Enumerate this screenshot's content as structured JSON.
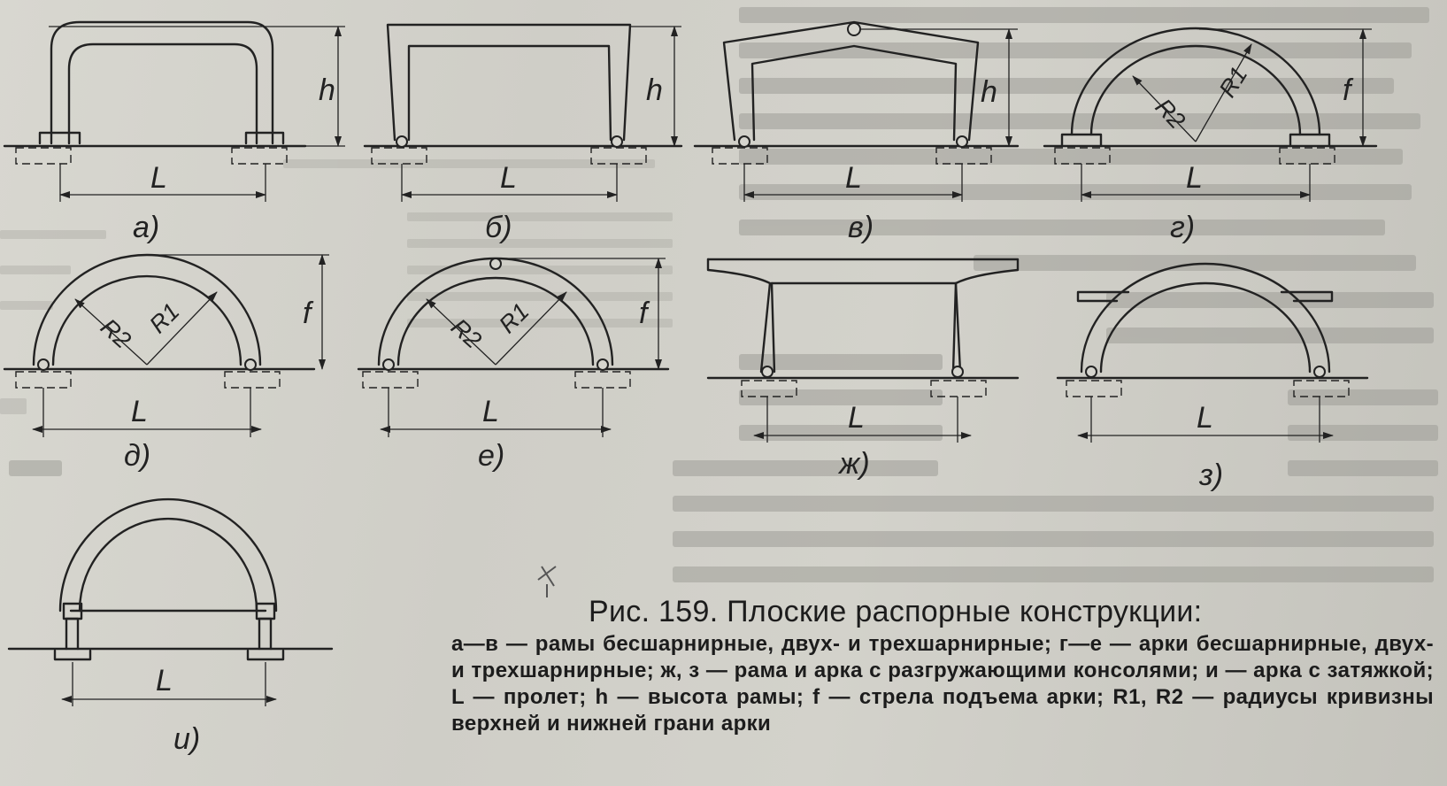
{
  "figure": {
    "caption_title": "Рис. 159. Плоские распорные конструкции:",
    "caption_body": "а—в — рамы бесшарнирные, двух- и трехшарнирные; г—е — арки бесшарнирные, двух- и трехшарнирные; ж, з — рама и арка с разгружающими консолями; и — арка с затяжкой; L — пролет; h — высота рамы; f — стрела подъема арки; R1, R2 — радиусы кривизны верхней и нижней грани арки",
    "dimension_labels": {
      "span": "L",
      "height": "h",
      "rise": "f",
      "radius_outer": "R1",
      "radius_inner": "R2"
    },
    "panels": [
      {
        "id": "a",
        "label": "а)"
      },
      {
        "id": "b",
        "label": "б)"
      },
      {
        "id": "v",
        "label": "в)"
      },
      {
        "id": "g",
        "label": "г)"
      },
      {
        "id": "d",
        "label": "д)"
      },
      {
        "id": "e",
        "label": "е)"
      },
      {
        "id": "zh",
        "label": "ж)"
      },
      {
        "id": "z",
        "label": "з)"
      },
      {
        "id": "i",
        "label": "и)"
      }
    ]
  }
}
